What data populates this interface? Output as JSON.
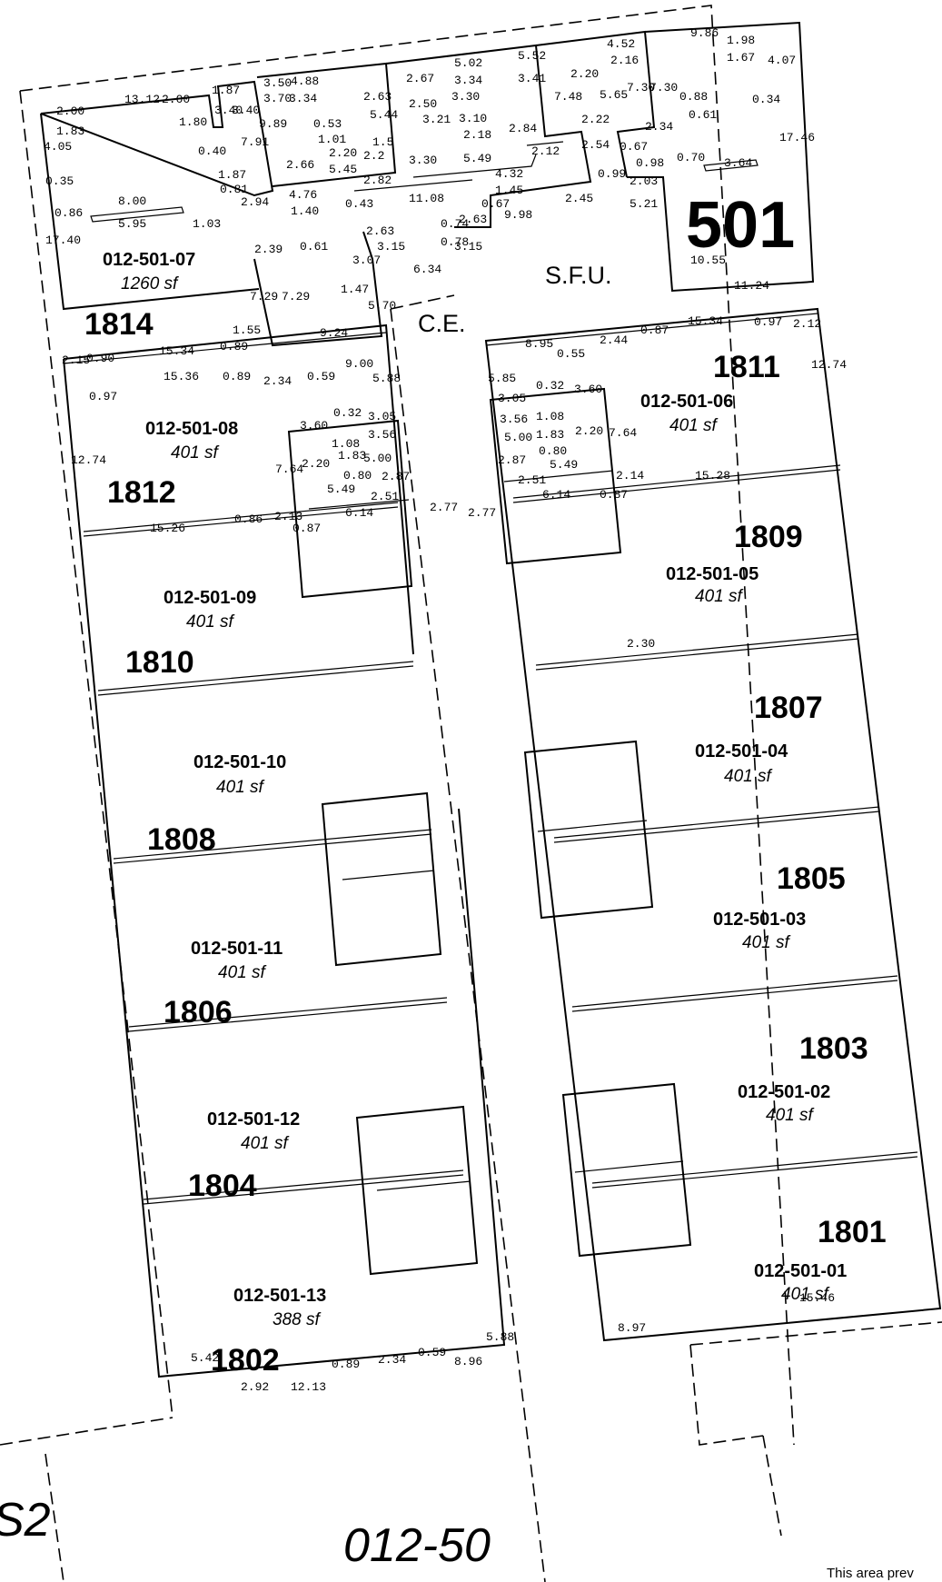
{
  "building_number": "501",
  "common_labels": {
    "sfu": "S.F.U.",
    "ce": "C.E."
  },
  "bottom_labels": {
    "left": "S2",
    "right": "012-50"
  },
  "footer_note": "This area prev",
  "units": [
    {
      "unit": "1814",
      "code": "012-501-07",
      "area": "1260 sf"
    },
    {
      "unit": "1812",
      "code": "012-501-08",
      "area": "401 sf"
    },
    {
      "unit": "1810",
      "code": "012-501-09",
      "area": "401 sf"
    },
    {
      "unit": "1808",
      "code": "012-501-10",
      "area": "401 sf"
    },
    {
      "unit": "1806",
      "code": "012-501-11",
      "area": "401 sf"
    },
    {
      "unit": "1804",
      "code": "012-501-12",
      "area": "401 sf"
    },
    {
      "unit": "1802",
      "code": "012-501-13",
      "area": "388 sf"
    },
    {
      "unit": "1811",
      "code": "012-501-06",
      "area": "401 sf"
    },
    {
      "unit": "1809",
      "code": "012-501-05",
      "area": "401 sf"
    },
    {
      "unit": "1807",
      "code": "012-501-04",
      "area": "401 sf"
    },
    {
      "unit": "1805",
      "code": "012-501-03",
      "area": "401 sf"
    },
    {
      "unit": "1803",
      "code": "012-501-02",
      "area": "401 sf"
    },
    {
      "unit": "1801",
      "code": "012-501-01",
      "area": "401 sf"
    }
  ],
  "dimensions": {
    "top_left": [
      "2.00",
      "1.83",
      "13.12",
      "2.00",
      "1.87",
      "1.80",
      "3.40",
      "3.40",
      "0.40",
      "7.91",
      "4.05",
      "0.35",
      "8.00",
      "0.86",
      "5.95",
      "1.03",
      "0.81",
      "1.87",
      "2.94",
      "17.40"
    ],
    "top_mid": [
      "3.50",
      "3.70",
      "4.88",
      "3.34",
      "2.63",
      "5.44",
      "1.5",
      "9.89",
      "0.53",
      "1.01",
      "2.20",
      "5.45",
      "2.66",
      "2.2",
      "4.76",
      "1.40",
      "0.43",
      "2.82",
      "11.08",
      "3.30"
    ],
    "top_mid2": [
      "2.67",
      "2.50",
      "5.02",
      "3.34",
      "3.30",
      "5.52",
      "3.41",
      "3.21",
      "3.10",
      "2.18",
      "2.84",
      "5.49",
      "2.12",
      "4.32",
      "1.45",
      "0.67",
      "9.98",
      "7.48"
    ],
    "top_right": [
      "4.52",
      "2.16",
      "2.20",
      "5.65",
      "7.30",
      "7.30",
      "2.22",
      "2.54",
      "0.67",
      "9.86",
      "1.98",
      "1.67",
      "4.07",
      "0.88",
      "0.61",
      "2.34",
      "0.34",
      "17.46",
      "0.99",
      "2.03",
      "2.45",
      "5.21",
      "0.98",
      "0.70",
      "3.64",
      "10.55",
      "11.24"
    ],
    "core": [
      "2.39",
      "0.61",
      "7.29",
      "7.29",
      "1.55",
      "0.89",
      "9.24",
      "2.63",
      "0.74",
      "0.78",
      "3.15",
      "3.07",
      "1.47",
      "5.70",
      "3.15",
      "6.34",
      "2.63"
    ],
    "left_col": [
      "2.15",
      "0.90",
      "15.34",
      "15.36",
      "0.97",
      "0.89",
      "2.34",
      "0.59",
      "9.00",
      "5.88",
      "3.60",
      "0.32",
      "3.05",
      "3.56",
      "1.08",
      "1.83",
      "5.00",
      "2.20",
      "0.80",
      "2.87",
      "5.49",
      "7.64",
      "12.74",
      "2.51",
      "2.13",
      "0.86",
      "0.87",
      "6.14",
      "15.26",
      "2.77"
    ],
    "right_col": [
      "8.95",
      "0.55",
      "2.44",
      "0.87",
      "15.34",
      "0.97",
      "2.12",
      "5.85",
      "3.05",
      "0.32",
      "3.60",
      "3.56",
      "1.08",
      "5.00",
      "1.83",
      "2.20",
      "7.64",
      "2.87",
      "0.80",
      "5.49",
      "12.74",
      "2.51",
      "6.14",
      "2.14",
      "0.87",
      "15.28",
      "2.77",
      "2.30",
      "15.46",
      "8.97"
    ],
    "bottom": [
      "5.42",
      "2.92",
      "12.13",
      "0.89",
      "2.34",
      "0.59",
      "8.96",
      "5.88"
    ]
  }
}
